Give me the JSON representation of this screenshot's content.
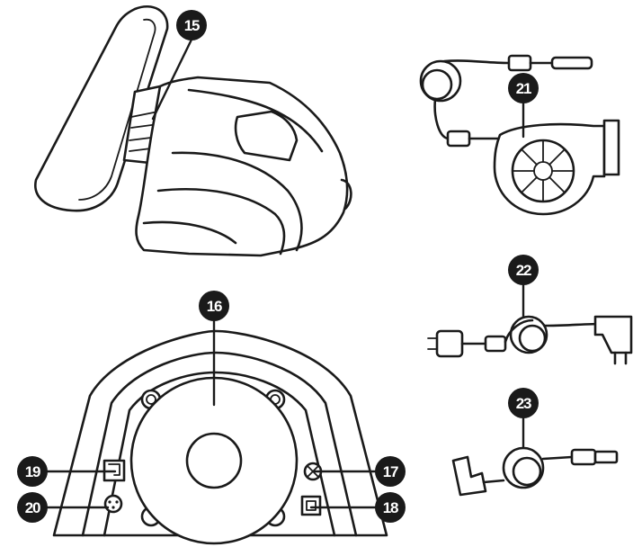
{
  "callouts": {
    "c15": "15",
    "c16": "16",
    "c17": "17",
    "c18": "18",
    "c19": "19",
    "c20": "20",
    "c21": "21",
    "c22": "22",
    "c23": "23"
  },
  "colors": {
    "line": "#1a1a1a",
    "background": "#ffffff",
    "badge_text": "#ffffff"
  }
}
